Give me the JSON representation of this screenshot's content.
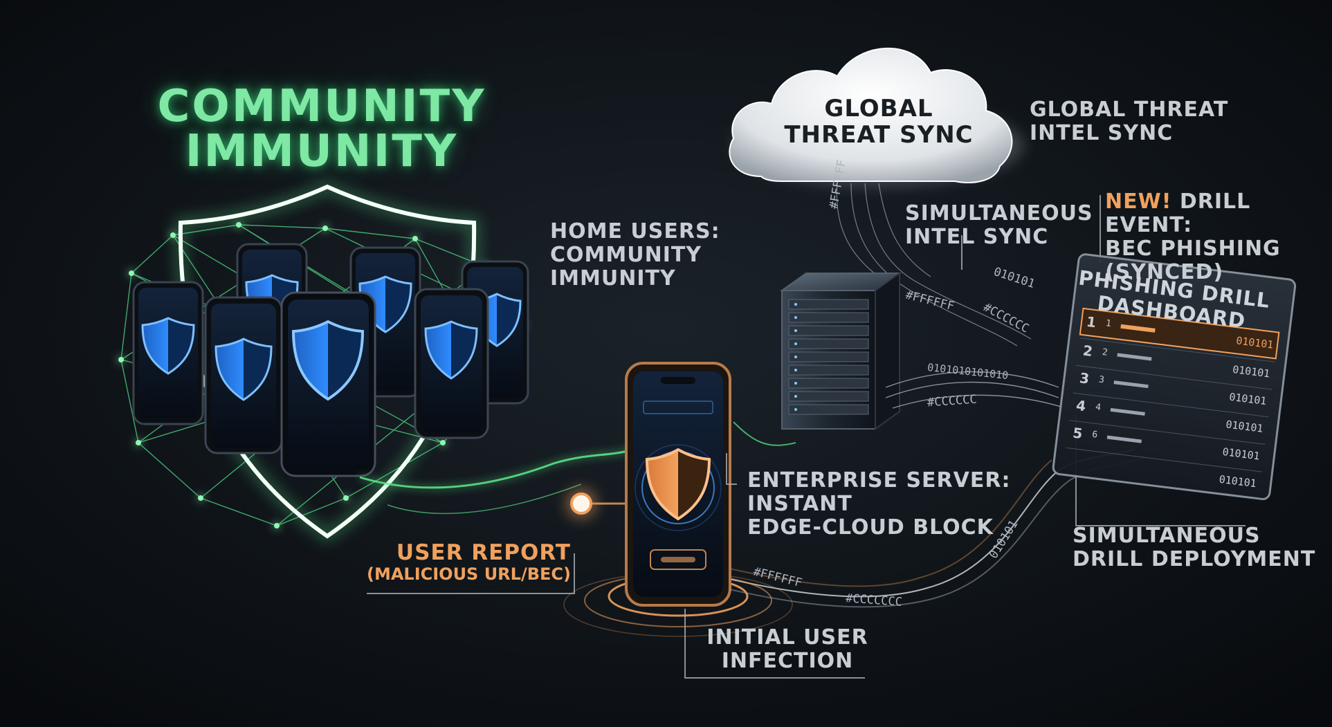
{
  "labels": {
    "title_line1": "COMMUNITY",
    "title_line2": "IMMUNITY",
    "home_users_line1": "HOME USERS:",
    "home_users_line2": "COMMUNITY",
    "home_users_line3": "IMMUNITY",
    "cloud_line1": "GLOBAL",
    "cloud_line2": "THREAT SYNC",
    "global_intel_line1": "GLOBAL THREAT",
    "global_intel_line2": "INTEL SYNC",
    "simul_intel_line1": "SIMULTANEOUS",
    "simul_intel_line2": "INTEL SYNC",
    "new_badge": "NEW!",
    "drill_event_line1": "DRILL EVENT:",
    "drill_event_line2": "BEC PHISHING",
    "drill_event_line3": "(SYNCED)",
    "dashboard_title_line1": "PHISHING DRILL",
    "dashboard_title_line2": "DASHBOARD",
    "enterprise_line1": "ENTERPRISE SERVER:",
    "enterprise_line2": "INSTANT",
    "enterprise_line3": "EDGE-CLOUD BLOCK",
    "user_report_line1": "USER REPORT",
    "user_report_line2": "(MALICIOUS URL/BEC)",
    "initial_line1": "INITIAL USER",
    "initial_line2": "INFECTION",
    "simul_drill_line1": "SIMULTANEOUS",
    "simul_drill_line2": "DRILL DEPLOYMENT"
  },
  "stream_codes": {
    "hex_white": "#FFFFFF",
    "hex_gray": "#CCCCCC",
    "binary": "010101",
    "binary_long": "0101010101010",
    "hex_gray_long": "#CCCCCCC"
  },
  "dashboard": {
    "rows": [
      {
        "num": "1",
        "sub": "1",
        "code": "010101",
        "highlighted": true
      },
      {
        "num": "2",
        "sub": "2",
        "code": "010101",
        "highlighted": false
      },
      {
        "num": "3",
        "sub": "3",
        "code": "010101",
        "highlighted": false
      },
      {
        "num": "4",
        "sub": "4",
        "code": "010101",
        "highlighted": false
      },
      {
        "num": "5",
        "sub": "6",
        "code": "010101",
        "highlighted": false
      },
      {
        "num": "",
        "sub": "",
        "code": "010101",
        "highlighted": false
      }
    ]
  },
  "colors": {
    "background": "#0c1116",
    "community_green": "#5ef08d",
    "shield_blue": "#3aa0ff",
    "accent_orange": "#f0a15d",
    "label_gray": "#c9ced4",
    "cloud_white": "#e8ebee"
  },
  "icons": [
    "shield-icon",
    "smartphone-icon",
    "server-rack-icon",
    "cloud-icon",
    "dashboard-icon"
  ]
}
